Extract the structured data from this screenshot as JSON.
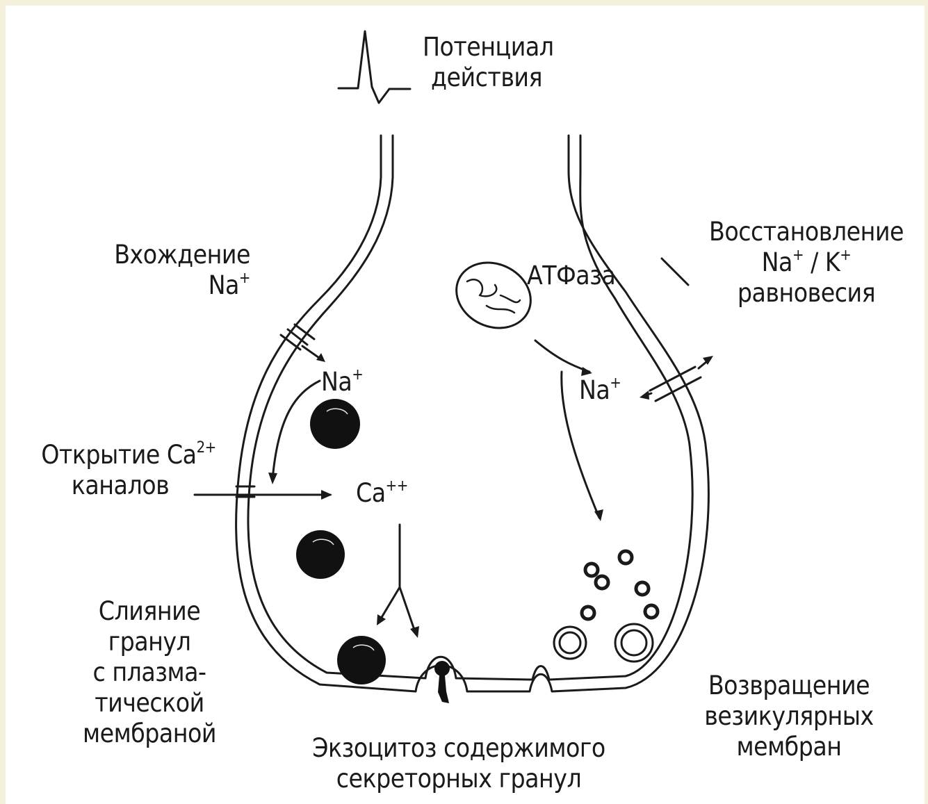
{
  "labels": {
    "action_potential": [
      "Потенциал",
      "действия"
    ],
    "na_entry": {
      "line1": "Вхождение",
      "ion": "Na",
      "charge": "+"
    },
    "restore": {
      "line1": "Восстановление",
      "ion1": "Na",
      "charge1": "+",
      "sep": " / ",
      "ion2": "K",
      "charge2": "+",
      "line3": "равновесия"
    },
    "atpase": "АТФаза",
    "na_left": {
      "ion": "Na",
      "charge": "+"
    },
    "na_right": {
      "ion": "Na",
      "charge": "+"
    },
    "ca_open": {
      "line1": "Открытие Ca",
      "charge": "2+",
      "line2": "каналов"
    },
    "ca_ion": {
      "ion": "Ca",
      "charge": "++"
    },
    "fusion": [
      "Слияние",
      "гранул",
      "с плазма-",
      "тической",
      "мембраной"
    ],
    "exocytosis": [
      "Экзоцитоз содержимого",
      "секреторных гранул"
    ],
    "recycling": [
      "Возвращение",
      "везикулярных",
      "мембран"
    ]
  },
  "colors": {
    "background": "#f4f0dc",
    "canvas": "#ffffff",
    "ink": "#1a1a1a"
  }
}
